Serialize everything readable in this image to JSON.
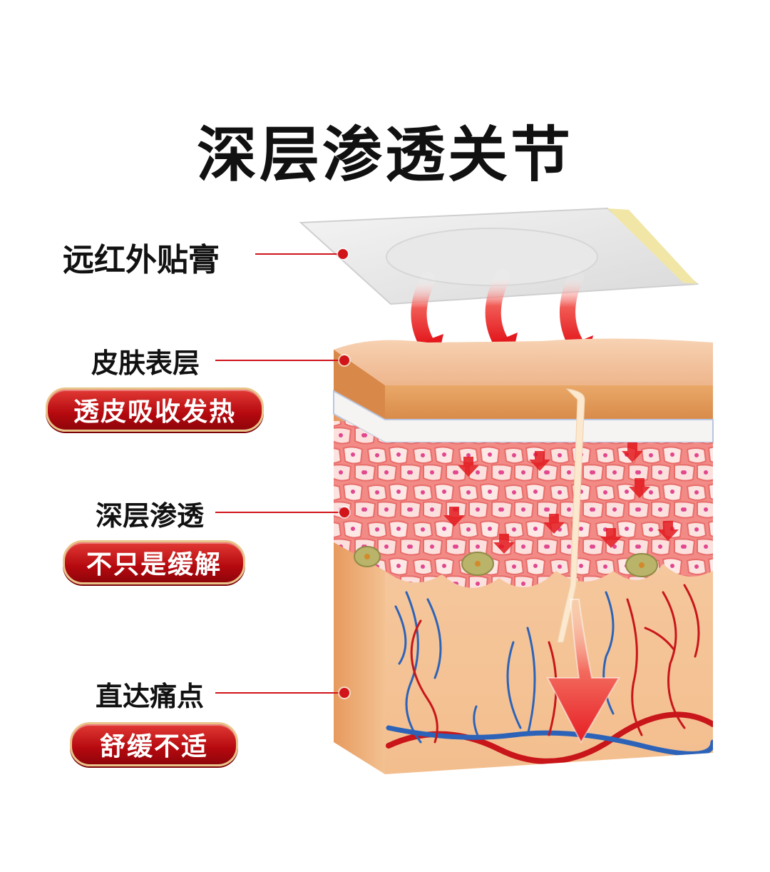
{
  "title": "深层渗透关节",
  "callouts": {
    "patch_label": "远红外贴膏",
    "skin_label": "皮肤表层",
    "skin_badge": "透皮吸收发热",
    "deep_label": "深层渗透",
    "deep_badge": "不只是缓解",
    "pain_label": "直达痛点",
    "pain_badge": "舒缓不适"
  },
  "colors": {
    "accent_red": "#d0141a",
    "badge_gold_border": "#e9c48a",
    "skin_top": "#f0b88a",
    "dermis": "#f4c59a",
    "vein_blue": "#2c63b8",
    "artery_red": "#c8161a"
  }
}
